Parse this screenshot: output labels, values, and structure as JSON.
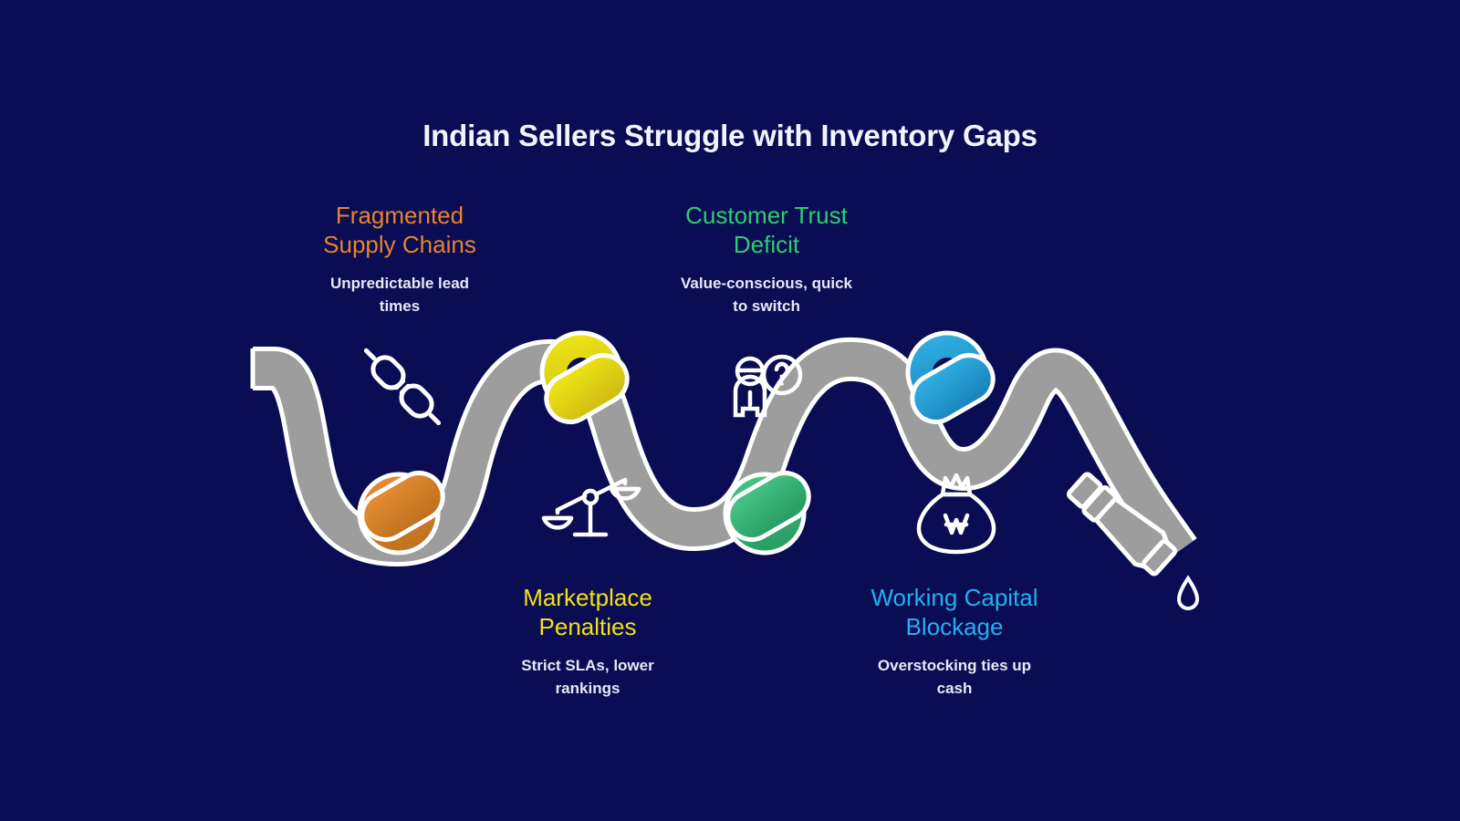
{
  "background_color": "#0a0d54",
  "header": {
    "title": "Indian Sellers Struggle with Inventory Gaps",
    "title_color": "#f2f4fb"
  },
  "diagram": {
    "type": "knotted-hose-infographic",
    "hose_color": "#9d9d9d",
    "hose_outline_color": "#ffffff",
    "nozzle_label": "hose-nozzle",
    "droplet_label": "water-droplet",
    "knots": [
      {
        "id": "knot-supply-chain",
        "color": "#d97d28",
        "position": "trough-1"
      },
      {
        "id": "knot-marketplace",
        "color": "#e8d41a",
        "position": "crest-1"
      },
      {
        "id": "knot-customer-trust",
        "color": "#3cb878",
        "position": "trough-2"
      },
      {
        "id": "knot-working-capital",
        "color": "#29a3dc",
        "position": "crest-2"
      }
    ]
  },
  "pain_points": [
    {
      "id": "fragmented-supply-chains",
      "title": "Fragmented\nSupply Chains",
      "subtitle": "Unpredictable lead\ntimes",
      "color": "#e8832a",
      "icon": "broken-chain-icon",
      "placement": "above"
    },
    {
      "id": "customer-trust-deficit",
      "title": "Customer Trust\nDeficit",
      "subtitle": "Value-conscious, quick\nto switch",
      "color": "#2ecc71",
      "icon": "person-question-icon",
      "placement": "above"
    },
    {
      "id": "marketplace-penalties",
      "title": "Marketplace\nPenalties",
      "subtitle": "Strict SLAs, lower\nrankings",
      "color": "#f2e114",
      "icon": "balance-scale-icon",
      "placement": "below"
    },
    {
      "id": "working-capital-blockage",
      "title": "Working Capital\nBlockage",
      "subtitle": "Overstocking ties up\ncash",
      "color": "#23b0f0",
      "icon": "money-bag-icon",
      "placement": "below"
    }
  ]
}
